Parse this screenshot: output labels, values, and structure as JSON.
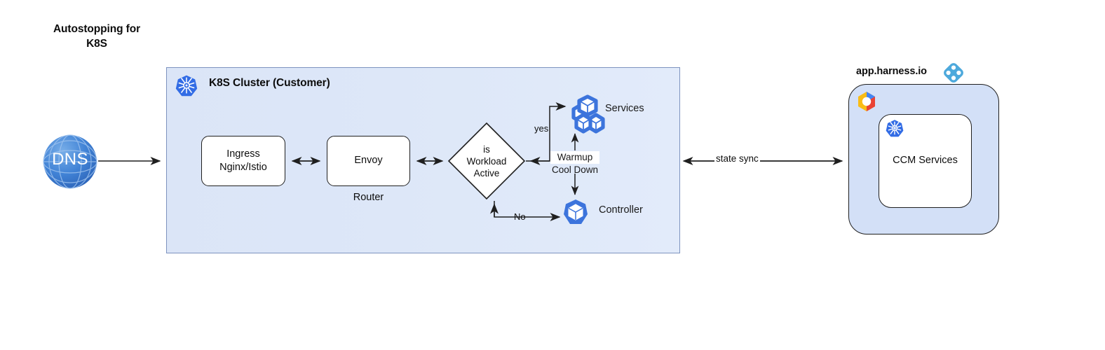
{
  "title": "Autostopping for\nK8S",
  "title_line1": "Autostopping for",
  "title_line2": "K8S",
  "colors": {
    "cluster_fill": "#dde7f8",
    "cluster_border": "#7d93bf",
    "harness_panel_fill": "#d3e0f7",
    "k8s_blue": "#326ce5",
    "pod_blue": "#3c74dc",
    "harness_logo_blue": "#4da9dc",
    "dns_blue": "#3a78d2",
    "line": "#1f1f1f"
  },
  "dns": {
    "label": "DNS",
    "icon": "globe-icon"
  },
  "cluster": {
    "title": "K8S Cluster (Customer)",
    "icon": "kubernetes-icon",
    "nodes": {
      "ingress": {
        "line1": "Ingress",
        "line2": "Nginx/Istio"
      },
      "envoy": {
        "label": "Envoy",
        "sublabel": "Router"
      },
      "decision": {
        "line1": "is",
        "line2": "Workload",
        "line3": "Active"
      },
      "services": {
        "label": "Services",
        "icon": "pods-icon"
      },
      "controller": {
        "label": "Controller",
        "icon": "pod-icon"
      }
    },
    "edges": {
      "yes": "yes",
      "no": "No",
      "warmup": "Warmup",
      "cooldown": "Cool Down"
    }
  },
  "state_sync": {
    "label": "state sync"
  },
  "harness": {
    "label": "app.harness.io",
    "logo_icon": "harness-diamond-icon",
    "cloud_icon": "google-cloud-icon",
    "k8s_icon": "kubernetes-icon",
    "ccm": {
      "label": "CCM Services"
    }
  }
}
